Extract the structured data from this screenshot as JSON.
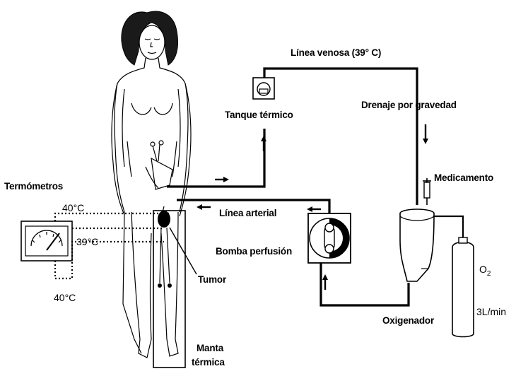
{
  "labels": {
    "venous_line": "Línea venosa (39° C)",
    "heat_tank": "Tanque térmico",
    "gravity_drain": "Drenaje por gravedad",
    "medication": "Medicamento",
    "thermometers": "Termómetros",
    "arterial_line": "Línea arterial",
    "perfusion_pump": "Bomba perfusión",
    "tumor": "Tumor",
    "oxygenator": "Oxigenador",
    "oxygen_symbol": "O",
    "oxygen_subscript": "2",
    "oxygen_flow": "3L/min",
    "thermal_blanket_line1": "Manta",
    "thermal_blanket_line2": "térmica",
    "temp_top": "40°C",
    "temp_middle": "39°C",
    "temp_bottom": "40°C"
  }
}
